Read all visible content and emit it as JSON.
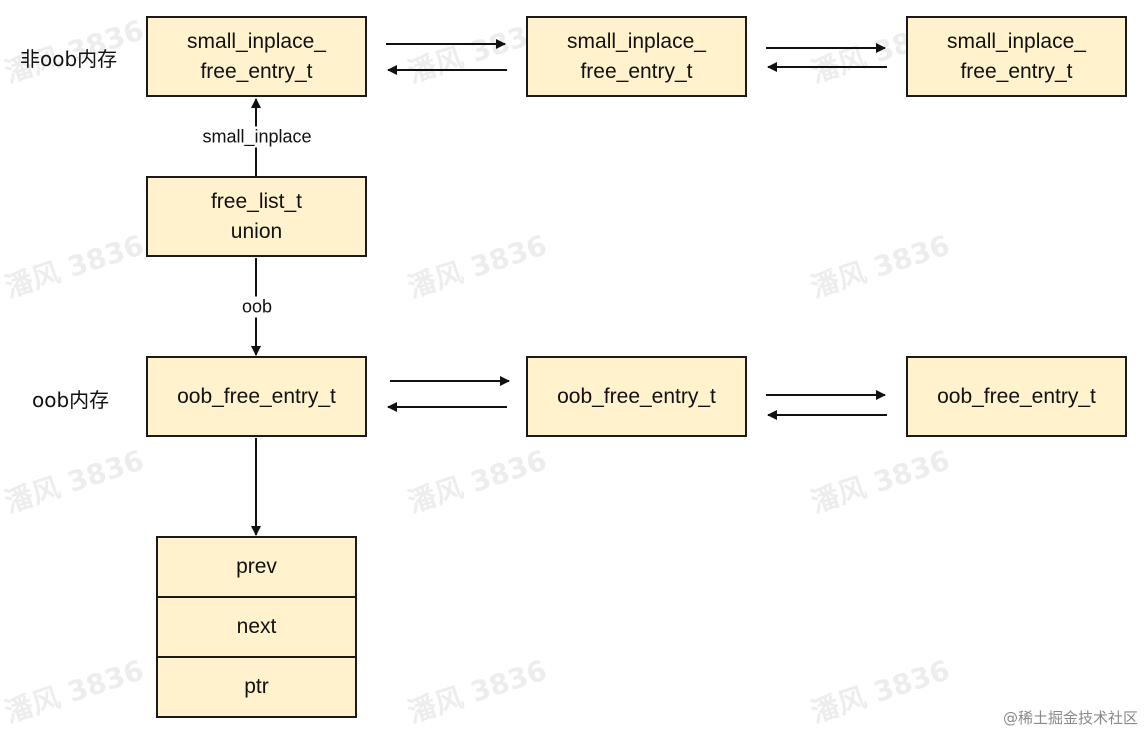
{
  "row_labels": {
    "non_oob": "非oob内存",
    "oob": "oob内存"
  },
  "top_entries": [
    {
      "line1": "small_inplace_",
      "line2": "free_entry_t"
    },
    {
      "line1": "small_inplace_",
      "line2": "free_entry_t"
    },
    {
      "line1": "small_inplace_",
      "line2": "free_entry_t"
    }
  ],
  "free_list": {
    "line1": "free_list_t",
    "line2": "union"
  },
  "edge_labels": {
    "small_inplace": "small_inplace",
    "oob": "oob"
  },
  "oob_entries": [
    "oob_free_entry_t",
    "oob_free_entry_t",
    "oob_free_entry_t"
  ],
  "fields": [
    "prev",
    "next",
    "ptr"
  ],
  "watermark_text": "潘风 3836",
  "credit": "@稀土掘金技术社区",
  "colors": {
    "box_fill": "#fff2cc",
    "border": "#1a1a1a"
  }
}
